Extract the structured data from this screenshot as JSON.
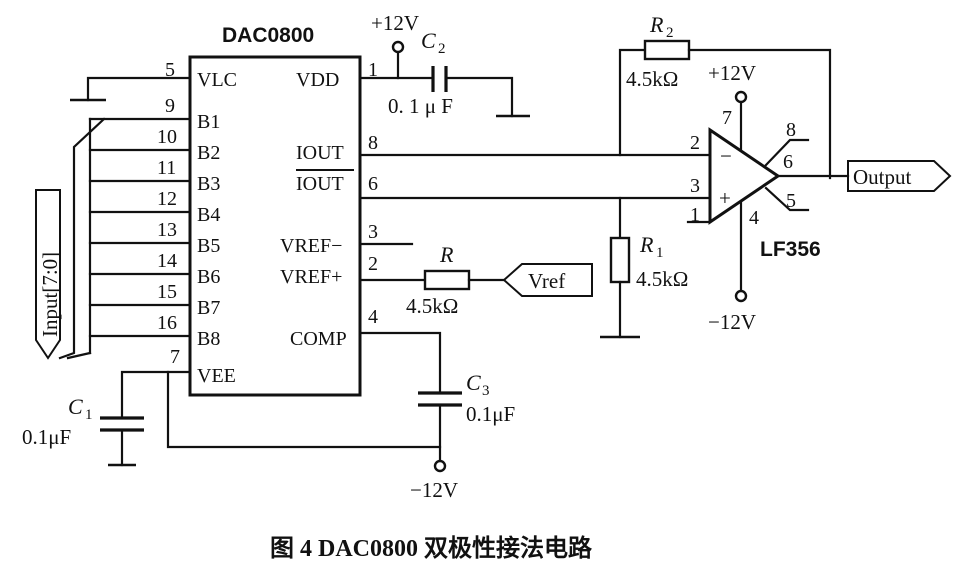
{
  "chip": {
    "name": "DAC0800",
    "pins_left": [
      {
        "num": "5",
        "label": "VLC"
      },
      {
        "num": "9",
        "label": "B1"
      },
      {
        "num": "10",
        "label": "B2"
      },
      {
        "num": "11",
        "label": "B3"
      },
      {
        "num": "12",
        "label": "B4"
      },
      {
        "num": "13",
        "label": "B5"
      },
      {
        "num": "14",
        "label": "B6"
      },
      {
        "num": "15",
        "label": "B7"
      },
      {
        "num": "16",
        "label": "B8"
      },
      {
        "num": "7",
        "label": "VEE"
      }
    ],
    "pins_right": [
      {
        "num": "1",
        "label": "VDD"
      },
      {
        "num": "8",
        "label": "IOUT"
      },
      {
        "num": "6",
        "label": "IOUT"
      },
      {
        "num": "3",
        "label": "VREF−"
      },
      {
        "num": "2",
        "label": "VREF+"
      },
      {
        "num": "4",
        "label": "COMP"
      }
    ]
  },
  "supplies": {
    "vdd": "+12V",
    "vee": "−12V",
    "op_pos": "+12V",
    "op_neg": "−12V"
  },
  "components": {
    "c1": {
      "name": "C",
      "sub": "1",
      "value": "0.1μF"
    },
    "c2": {
      "name": "C",
      "sub": "2",
      "value": "0. 1 μ F"
    },
    "c3": {
      "name": "C",
      "sub": "3",
      "value": "0.1μF"
    },
    "r": {
      "name": "R",
      "value": "4.5kΩ"
    },
    "r1": {
      "name": "R",
      "sub": "1",
      "value": "4.5kΩ"
    },
    "r2": {
      "name": "R",
      "sub": "2",
      "value": "4.5kΩ"
    }
  },
  "opamp": {
    "name": "LF356",
    "minus": "−",
    "plus": "+",
    "pins": {
      "p2": "2",
      "p3": "3",
      "p1": "1",
      "p7": "7",
      "p4": "4",
      "p8": "8",
      "p6": "6",
      "p5": "5"
    }
  },
  "ports": {
    "input": "Input[7:0]",
    "vref": "Vref",
    "output": "Output"
  },
  "caption": "图 4  DAC0800 双极性接法电路"
}
